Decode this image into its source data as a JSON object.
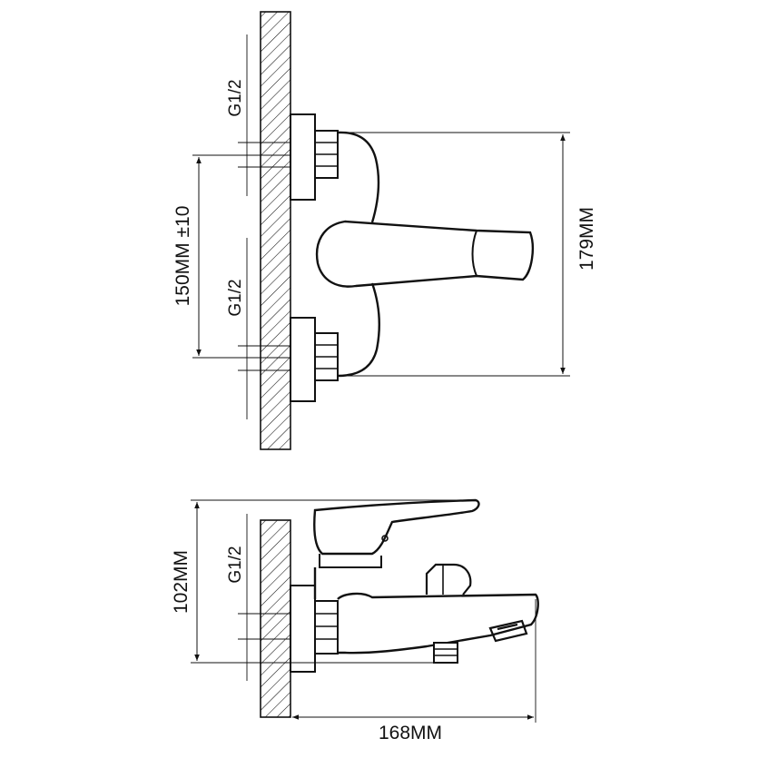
{
  "drawing": {
    "top_view": {
      "label_thread_upper": "G1/2",
      "label_thread_lower": "G1/2",
      "label_spacing": "150MM ±10",
      "label_height": "179MM"
    },
    "side_view": {
      "label_thread": "G1/2",
      "label_height": "102MM",
      "label_depth": "168MM"
    },
    "colors": {
      "line": "#111111",
      "wall_hatch": "#111111",
      "background": "#ffffff"
    }
  }
}
